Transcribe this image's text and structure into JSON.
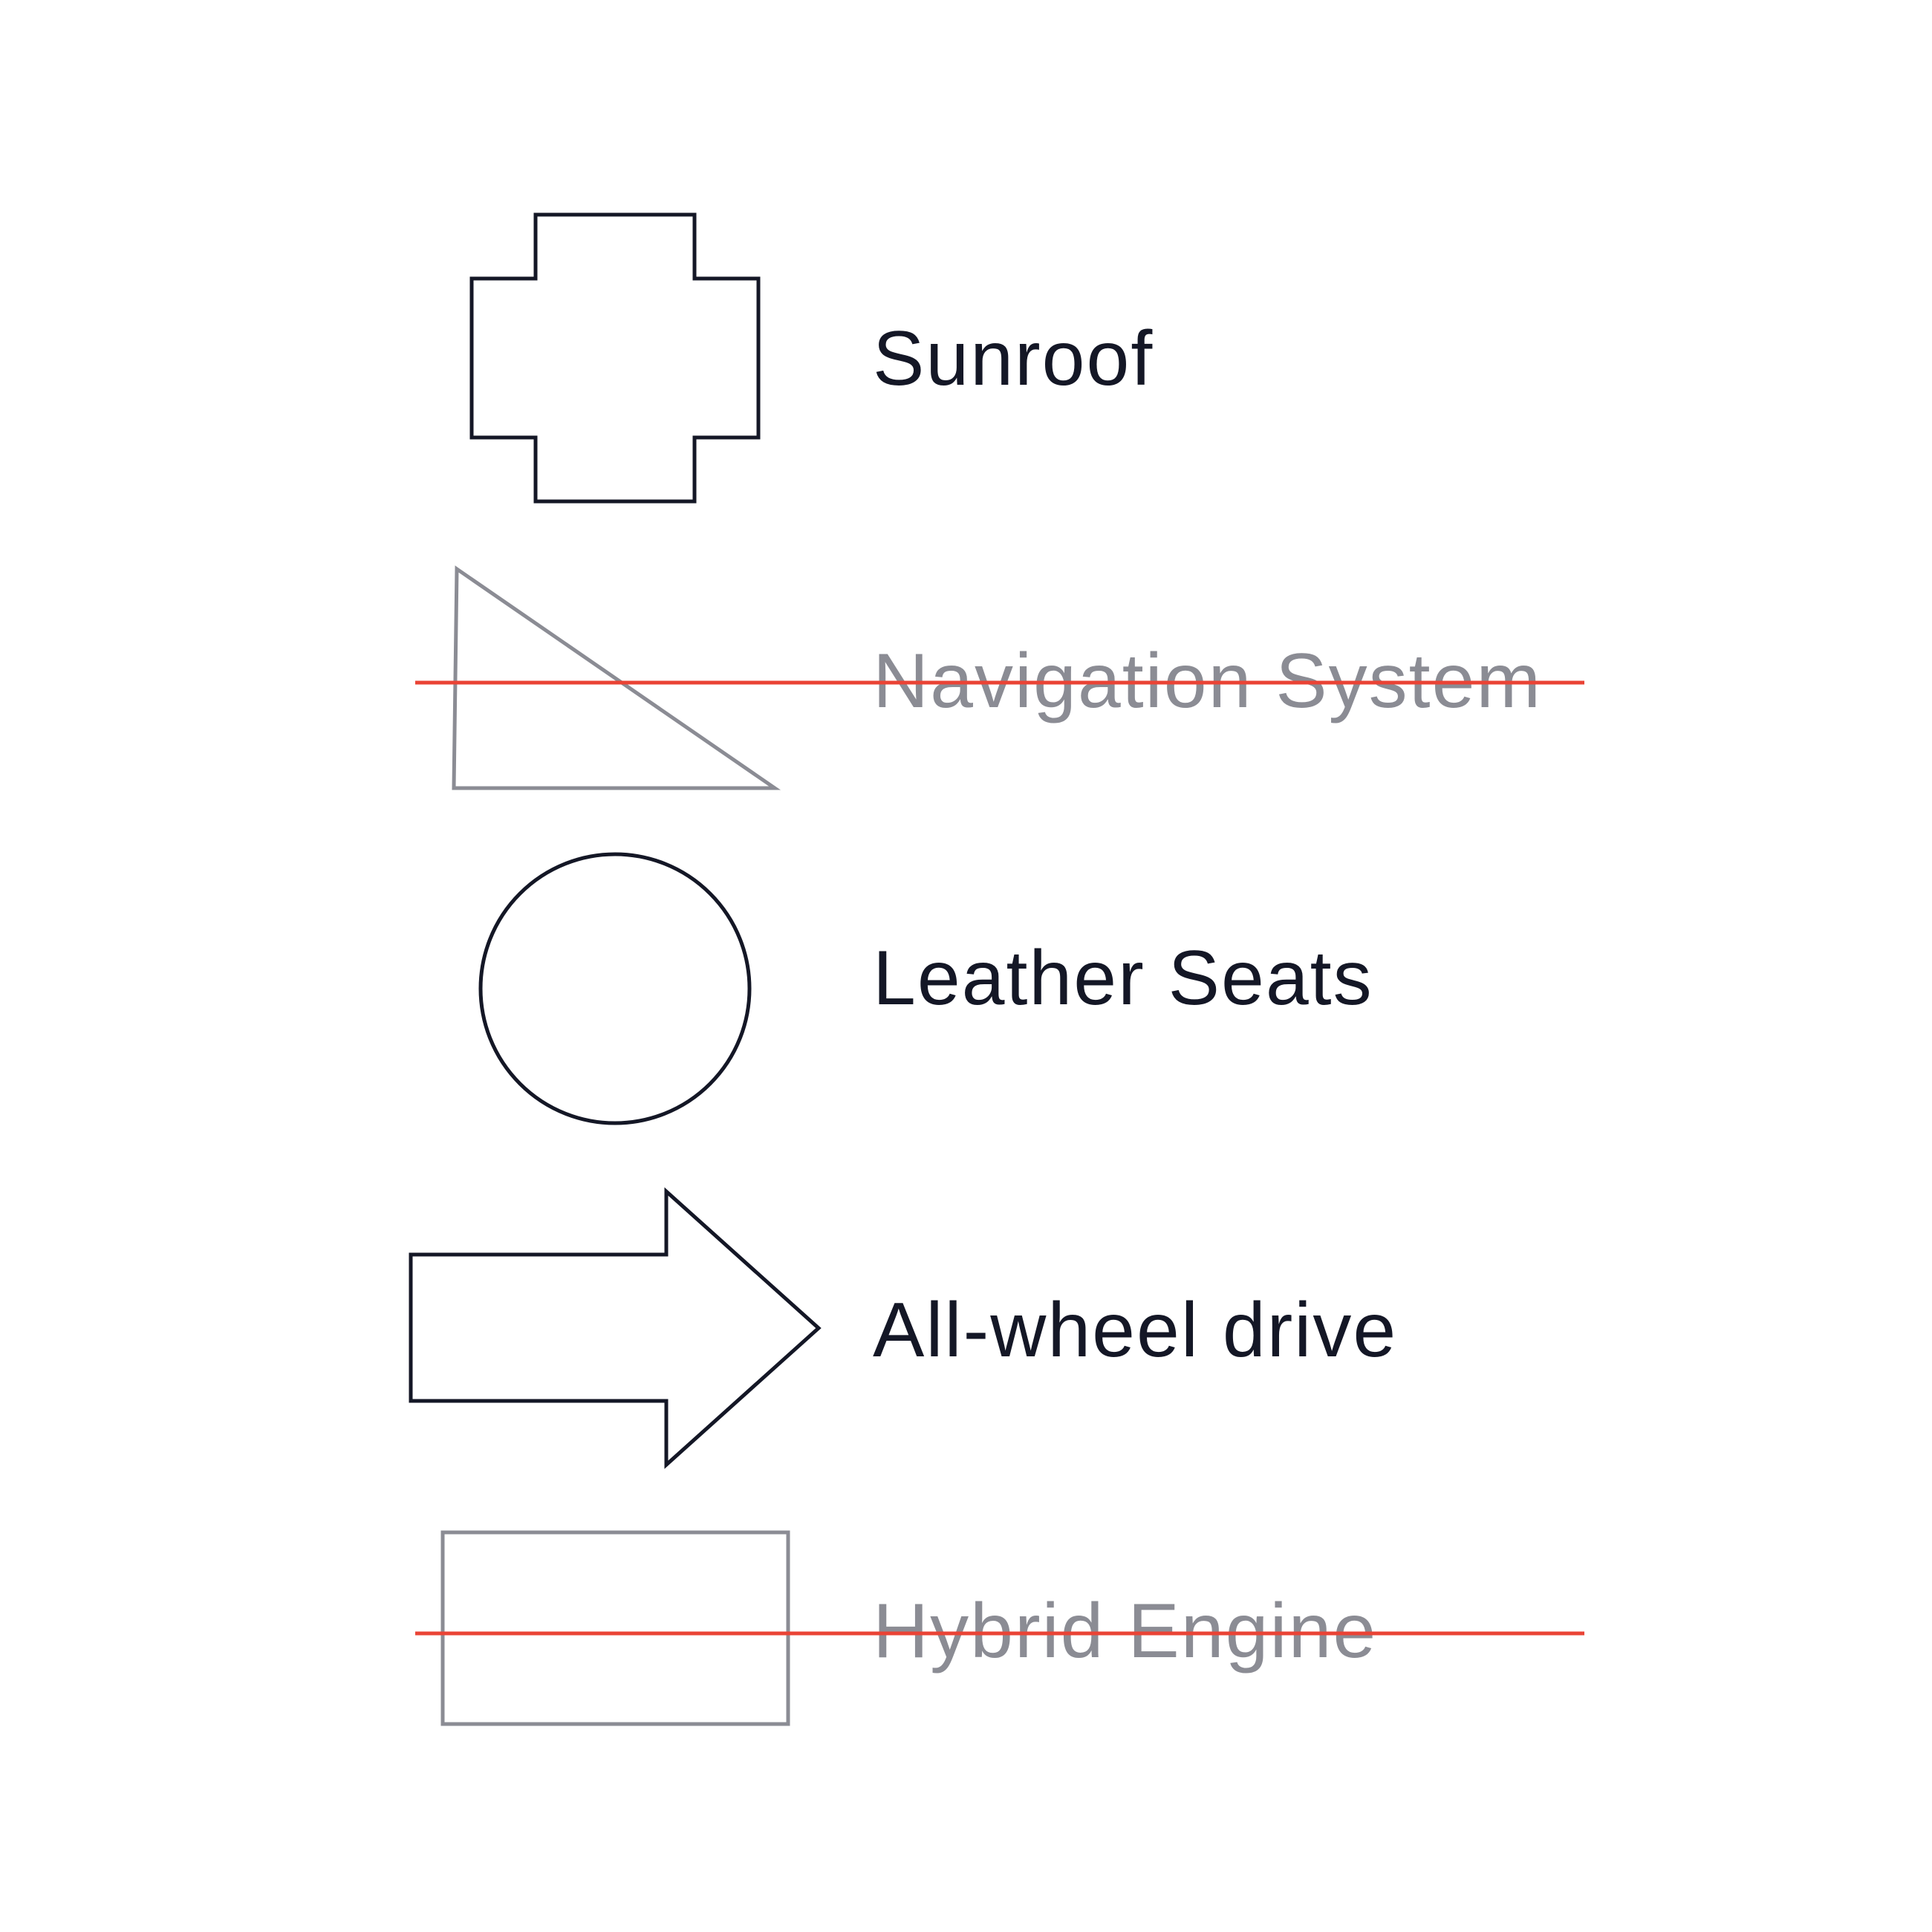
{
  "colors": {
    "active": "#141726",
    "inactive": "#8b8c94",
    "strike": "#ea4335",
    "background": "#ffffff"
  },
  "features": [
    {
      "label": "Sunroof",
      "icon": "plus-cross-icon",
      "struck": false
    },
    {
      "label": "Navigation System",
      "icon": "triangle-icon",
      "struck": true
    },
    {
      "label": "Leather Seats",
      "icon": "circle-icon",
      "struck": false
    },
    {
      "label": "All-wheel drive",
      "icon": "arrow-right-icon",
      "struck": false
    },
    {
      "label": "Hybrid Engine",
      "icon": "rectangle-icon",
      "struck": true
    }
  ]
}
